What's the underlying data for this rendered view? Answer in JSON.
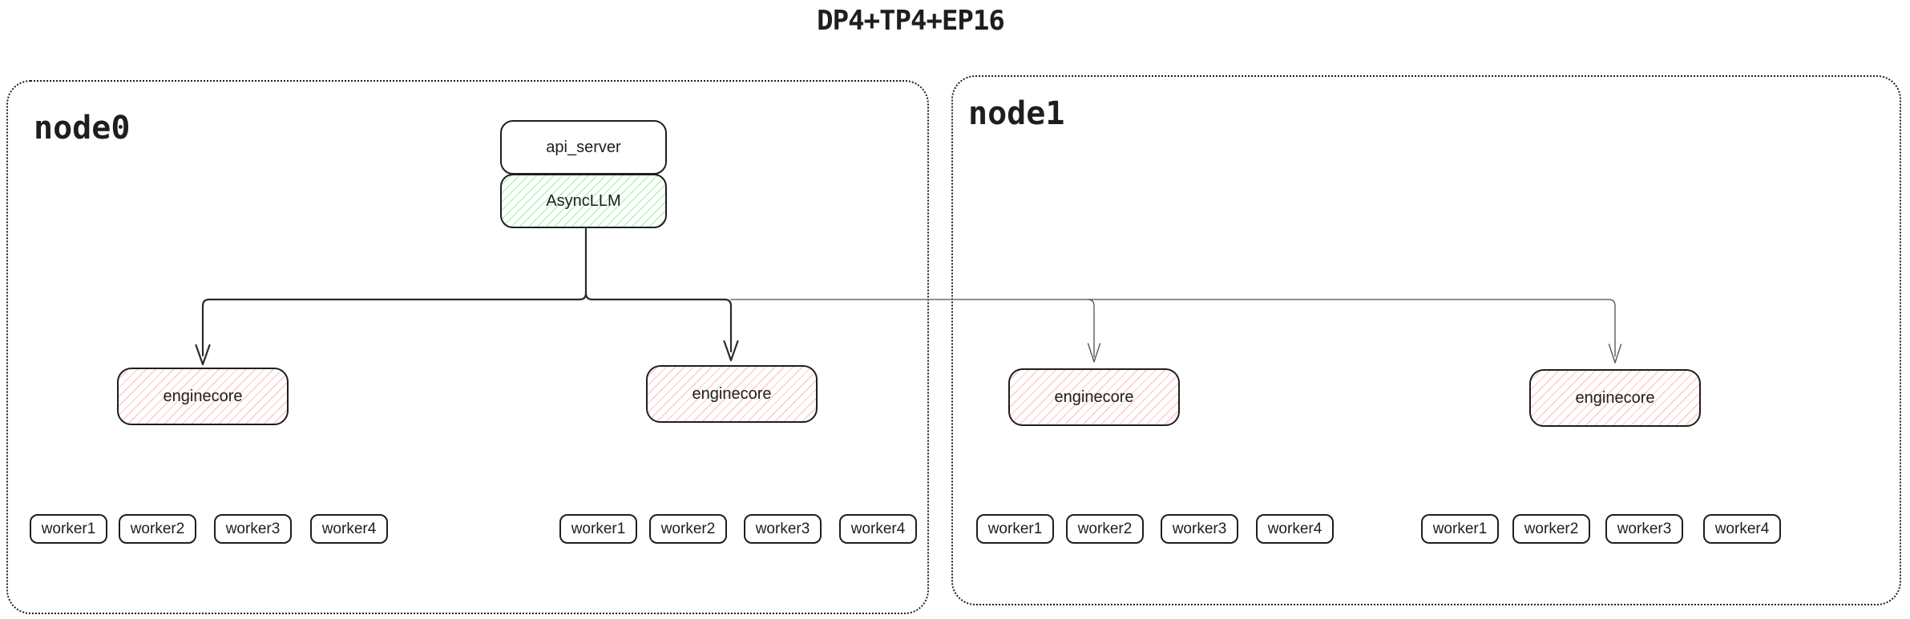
{
  "title": "DP4+TP4+EP16",
  "colors": {
    "ink": "#1e1e1e",
    "green_hatch": "#b2f2bb",
    "red_hatch": "#ffc9c9"
  },
  "nodes": [
    {
      "label": "node0",
      "stack": {
        "api_server": "api_server",
        "async_llm": "AsyncLLM"
      },
      "enginecores": [
        {
          "label": "enginecore",
          "workers": [
            "worker1",
            "worker2",
            "worker3",
            "worker4"
          ]
        },
        {
          "label": "enginecore",
          "workers": [
            "worker1",
            "worker2",
            "worker3",
            "worker4"
          ]
        }
      ]
    },
    {
      "label": "node1",
      "enginecores": [
        {
          "label": "enginecore",
          "workers": [
            "worker1",
            "worker2",
            "worker3",
            "worker4"
          ]
        },
        {
          "label": "enginecore",
          "workers": [
            "worker1",
            "worker2",
            "worker3",
            "worker4"
          ]
        }
      ]
    }
  ]
}
